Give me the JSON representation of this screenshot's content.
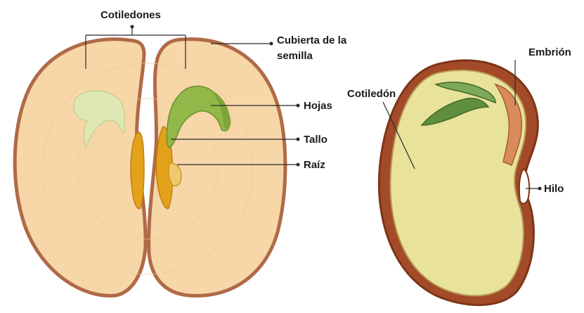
{
  "left_diagram": {
    "labels": {
      "cotiledones": "Cotiledones",
      "cubierta_line1": "Cubierta de la",
      "cubierta_line2": "semilla",
      "hojas": "Hojas",
      "tallo": "Tallo",
      "raiz": "Raíz"
    }
  },
  "right_diagram": {
    "labels": {
      "embrion": "Embrión",
      "cotiledon": "Cotiledón",
      "hilo": "Hilo"
    }
  },
  "colors": {
    "seed_fill": "#f7d6a8",
    "seed_coat": "#b06a48",
    "leaf_green": "#93b84a",
    "pale_leaf": "#dfe8b4",
    "stem_yellow": "#e3a21a",
    "bean_fill": "#e8e29a",
    "bean_coat": "#a34a28"
  }
}
